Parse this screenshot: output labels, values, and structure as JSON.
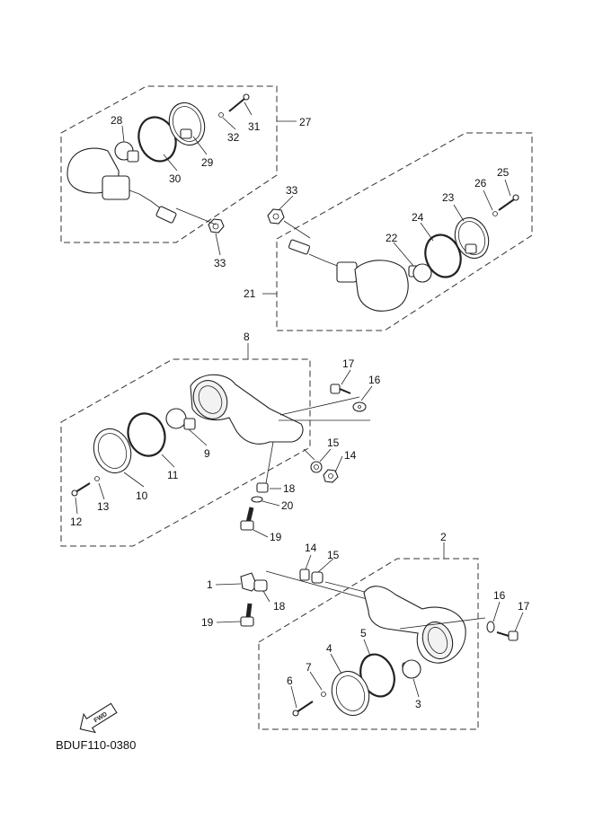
{
  "diagram": {
    "code": "BDUF110-0380",
    "fwd_label": "FWD",
    "callouts": {
      "c1": "1",
      "c2": "2",
      "c3": "3",
      "c4": "4",
      "c5": "5",
      "c6": "6",
      "c7": "7",
      "c8": "8",
      "c9": "9",
      "c10": "10",
      "c11": "11",
      "c12": "12",
      "c13": "13",
      "c14a": "14",
      "c14b": "14",
      "c15a": "15",
      "c15b": "15",
      "c16a": "16",
      "c16b": "16",
      "c17a": "17",
      "c17b": "17",
      "c18a": "18",
      "c18b": "18",
      "c19a": "19",
      "c19b": "19",
      "c20": "20",
      "c21": "21",
      "c22": "22",
      "c23": "23",
      "c24": "24",
      "c25": "25",
      "c26": "26",
      "c27": "27",
      "c28": "28",
      "c29": "29",
      "c30": "30",
      "c31": "31",
      "c32": "32",
      "c33a": "33",
      "c33b": "33"
    }
  }
}
